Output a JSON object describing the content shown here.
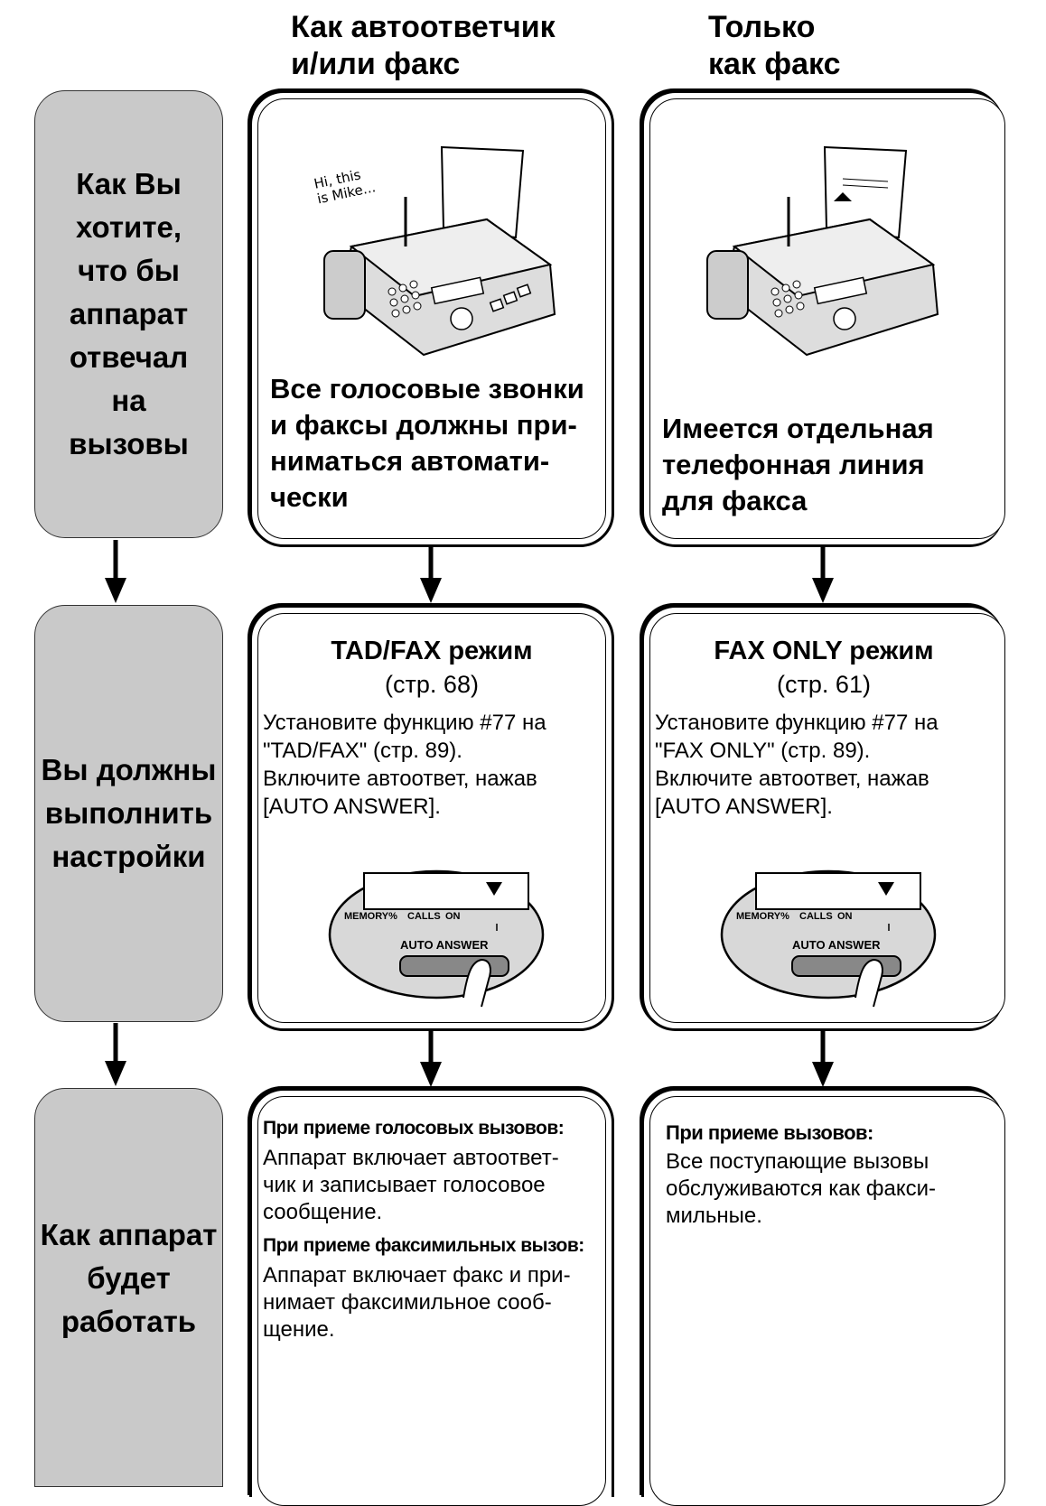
{
  "headers": {
    "col1_line1": "Как автоответчик",
    "col1_line2": "и/или факс",
    "col2_line1": "Только",
    "col2_line2": "как факс"
  },
  "side": {
    "row1": [
      "Как Вы",
      "хотите,",
      "что бы",
      "аппарат",
      "отвечал",
      "на",
      "вызовы"
    ],
    "row2": [
      "Вы должны",
      "выполнить",
      "настройки"
    ],
    "row3": [
      "Как аппарат",
      "будет",
      "работать"
    ]
  },
  "row1": {
    "speech": "Hi, this\nis Mike...",
    "col1_text": "Все голосовые звонки\nи факсы должны при-\nниматься автомати-\nчески",
    "col2_text": "Имеется отдельная\nтелефонная линия\nдля факса"
  },
  "row2": {
    "col1": {
      "mode": "TAD/FAX режим",
      "page": "(стр. 68)",
      "instructions": "Установите функцию #77 на\n\"TAD/FAX\" (стр. 89).\nВключите автоответ, нажав\n[AUTO ANSWER]."
    },
    "col2": {
      "mode": "FAX ONLY режим",
      "page": "(стр. 61)",
      "instructions": "Установите функцию #77 на\n\"FAX ONLY\" (стр. 89).\nВключите автоответ, нажав\n[AUTO ANSWER]."
    },
    "panel": {
      "memory": "MEMORY%",
      "calls": "CALLS",
      "on": "ON",
      "button": "AUTO ANSWER"
    }
  },
  "row3": {
    "col1": {
      "head1": "При приеме голосовых вызовов:",
      "text1": "Аппарат включает автоответ-\nчик и записывает голосовое\nсообщение.",
      "head2": "При приеме факсимильных вызов:",
      "text2": "Аппарат включает факс и при-\nнимает факсимильное сооб-\nщение."
    },
    "col2": {
      "head1": "При приеме вызовов:",
      "text1": "Все поступающие вызовы\nобслуживаются как факси-\nмильные."
    }
  }
}
